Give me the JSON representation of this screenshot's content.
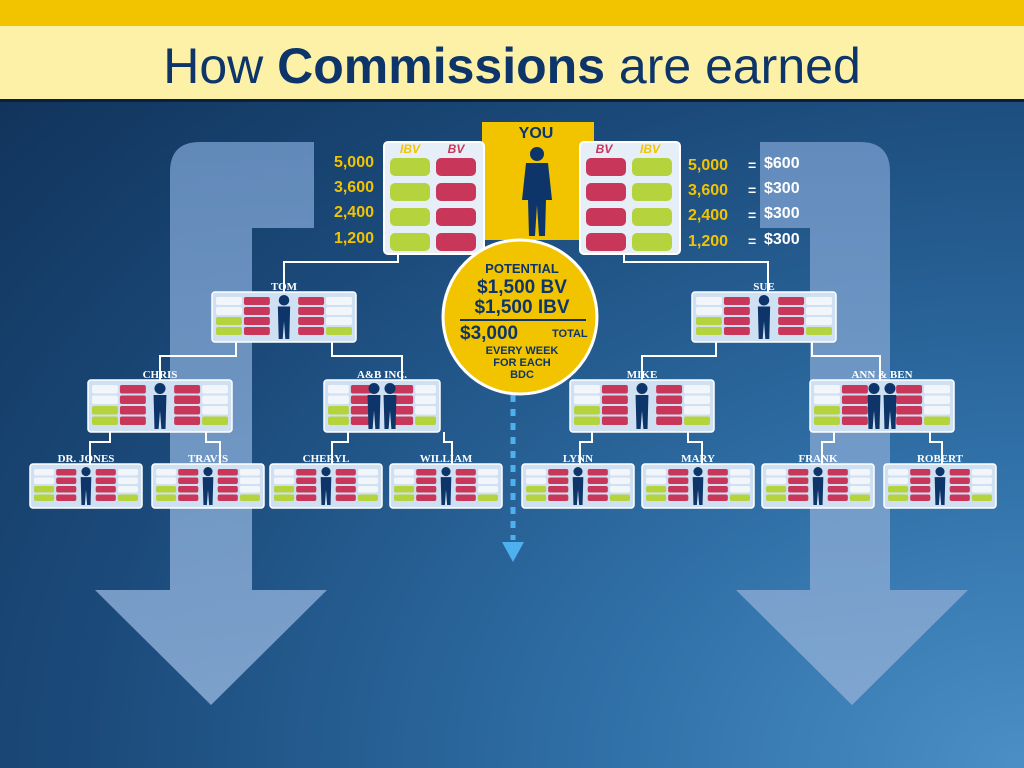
{
  "title": {
    "prefix": "How ",
    "bold": "Commissions",
    "suffix": " are earned"
  },
  "you_label": "YOU",
  "left_leg": {
    "col_a": "IBV",
    "col_b": "BV"
  },
  "right_leg": {
    "col_a": "BV",
    "col_b": "IBV"
  },
  "left_volumes": [
    "5,000",
    "3,600",
    "2,400",
    "1,200"
  ],
  "right_volumes": [
    "5,000",
    "3,600",
    "2,400",
    "1,200"
  ],
  "equals_sign": "=",
  "payouts": [
    "$600",
    "$300",
    "$300",
    "$300"
  ],
  "potential": {
    "heading": "POTENTIAL",
    "bv": "$1,500 BV",
    "ibv": "$1,500 IBV",
    "total_amount": "$3,000",
    "total_label": "TOTAL",
    "line1": "EVERY WEEK",
    "line2": "FOR EACH",
    "line3": "BDC"
  },
  "level1": [
    "TOM",
    "SUE"
  ],
  "level2": [
    "CHRIS",
    "A&B INC.",
    "MIKE",
    "ANN & BEN"
  ],
  "level3": [
    "DR. JONES",
    "TRAVIS",
    "CHERYL",
    "WILLIAM",
    "LYNN",
    "MARY",
    "FRANK",
    "ROBERT"
  ],
  "colors": {
    "green": "#b5d33d",
    "red": "#c8365a",
    "gold": "#f2c400",
    "navy": "#0d3569",
    "box": "#cfe0f2"
  }
}
